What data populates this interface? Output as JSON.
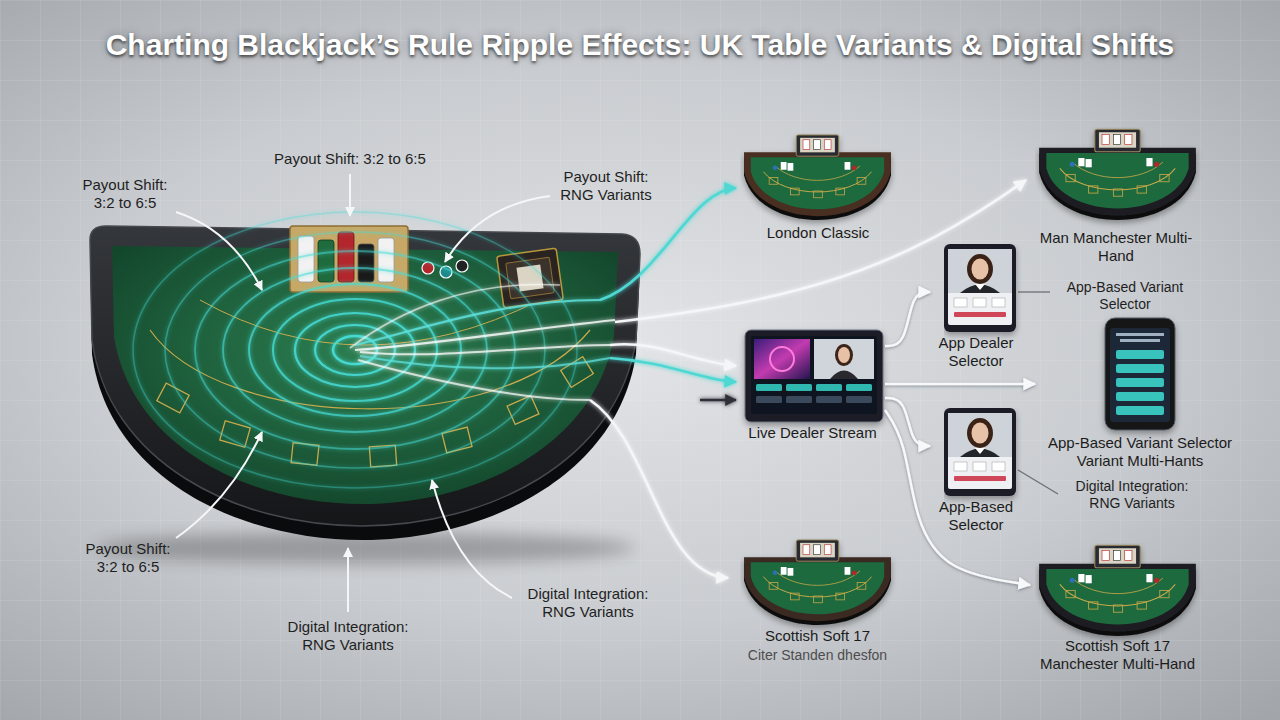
{
  "diagram": {
    "title": "Charting Blackjack’s Rule Ripple Effects: UK Table Variants & Digital Shifts",
    "nodes": [
      {
        "text": [
          "London Classic"
        ]
      },
      {
        "text": [
          "Man Manchester Multi-Hand"
        ]
      },
      {
        "text": [
          "App Dealer Selector"
        ]
      },
      {
        "text": [
          "Live Dealer Stream"
        ]
      },
      {
        "text": [
          "App-Based Variant Selector Variant Multi-Hants"
        ]
      },
      {
        "text": [
          "App-Based Selector"
        ]
      },
      {
        "text": [
          "Scottish Soft 17",
          "Citer Standen dhesfon"
        ]
      },
      {
        "text": [
          "Scottish Soft 17 Manchester Multi-Hand"
        ]
      }
    ],
    "edges": [
      {
        "from": 3,
        "to": 2,
        "arrow": "to"
      },
      {
        "from": 3,
        "to": 4,
        "arrow": "to"
      },
      {
        "from": 3,
        "to": 5,
        "arrow": "to"
      },
      {
        "from": 3,
        "to": 7,
        "arrow": "to"
      }
    ],
    "labels": [
      "Payout Shift: 3:2 to 6:5",
      "Payout Shift: 3:2 to 6:5",
      "Payout Shift: RNG Variants",
      "App-Based Variant Selector",
      "Digital Integration: RNG Variants",
      "Payout Shift: 3:2 to 6:5",
      "Digital Integration: RNG Variants",
      "Digital Integration: RNG Variants"
    ]
  }
}
